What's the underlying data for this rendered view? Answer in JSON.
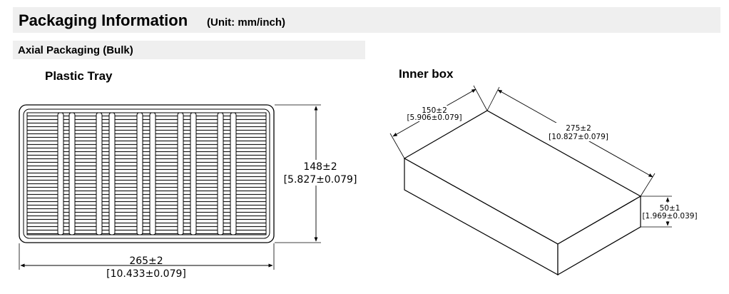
{
  "header": {
    "title": "Packaging Information",
    "unit": "(Unit: mm/inch)"
  },
  "section": {
    "label": "Axial Packaging (Bulk)"
  },
  "tray": {
    "heading": "Plastic Tray",
    "height_dim": "148±2",
    "height_dim_inch": "[5.827±0.079]",
    "width_dim": "265±2",
    "width_dim_inch": "[10.433±0.079]"
  },
  "box": {
    "heading": "Inner box",
    "width_dim": "150±2",
    "width_dim_inch": "[5.906±0.079]",
    "length_dim": "275±2",
    "length_dim_inch": "[10.827±0.079]",
    "height_dim": "50±1",
    "height_dim_inch": "[1.969±0.039]"
  }
}
